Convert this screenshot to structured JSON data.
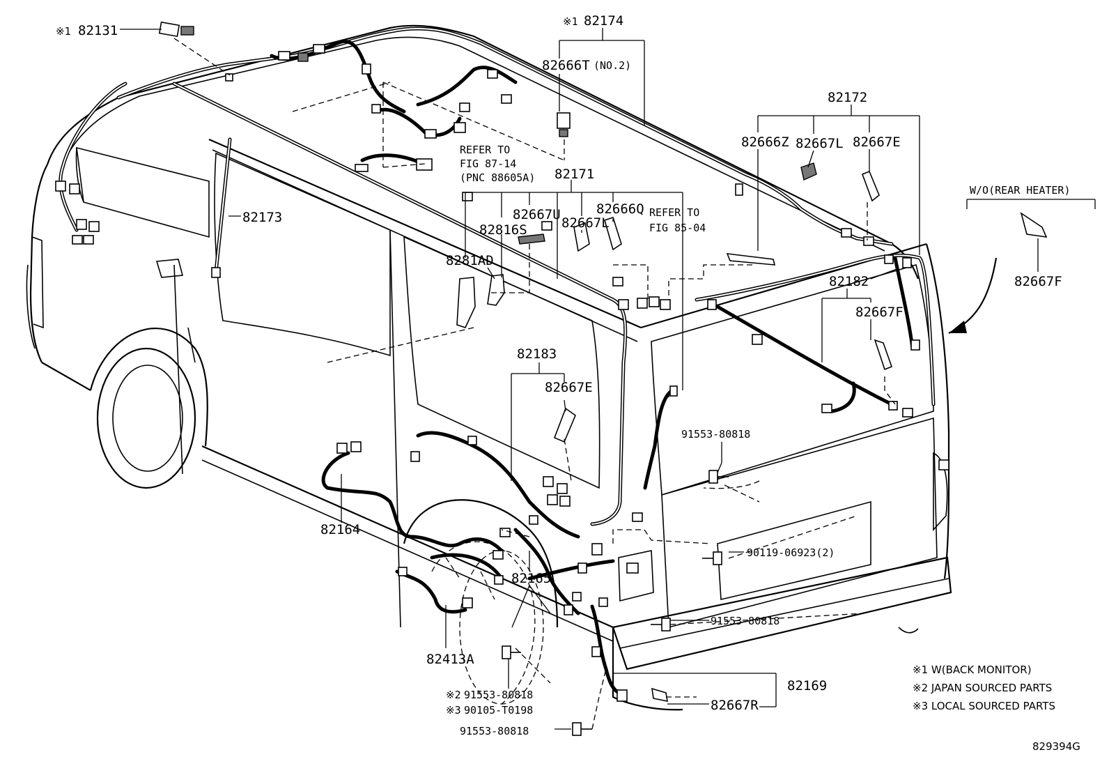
{
  "parts": {
    "p82131": "82131",
    "p82174": "82174",
    "p82666T": "82666T",
    "no2": "(NO.2)",
    "p82172": "82172",
    "p82666Z": "82666Z",
    "p82667L_a": "82667L",
    "p82667E_a": "82667E",
    "wo_rear_heater": "W/O(REAR HEATER)",
    "p82667F_a": "82667F",
    "p82173": "82173",
    "p82171": "82171",
    "p82667U": "82667U",
    "p82666Q": "82666Q",
    "p82816S": "82816S",
    "p82667L_b": "82667L",
    "p8281AD": "8281AD",
    "p82182": "82182",
    "p82667F_b": "82667F",
    "p82183": "82183",
    "p82667E_b": "82667E",
    "b91553_a": "91553-80818",
    "p82164": "82164",
    "b90119": "90119-06923(2)",
    "p82165": "82165",
    "b91553_b": "91553-80818",
    "p82413A": "82413A",
    "p82169": "82169",
    "b91553_c": "91553-80818",
    "b90105": "90105-T0198",
    "p82667R": "82667R",
    "b91553_d": "91553-80818",
    "fig_code": "829394G"
  },
  "marks": {
    "m1": "※1",
    "m2": "※2",
    "m3": "※3"
  },
  "refs": {
    "ref1_line1": "REFER TO",
    "ref1_line2": "FIG 87-14",
    "ref1_line3": "(PNC 88605A)",
    "ref2_line1": "REFER TO",
    "ref2_line2": "FIG 85-04"
  },
  "legend": {
    "l1": "※1 W(BACK MONITOR)",
    "l2": "※2 JAPAN SOURCED PARTS",
    "l3": "※3 LOCAL SOURCED PARTS"
  }
}
